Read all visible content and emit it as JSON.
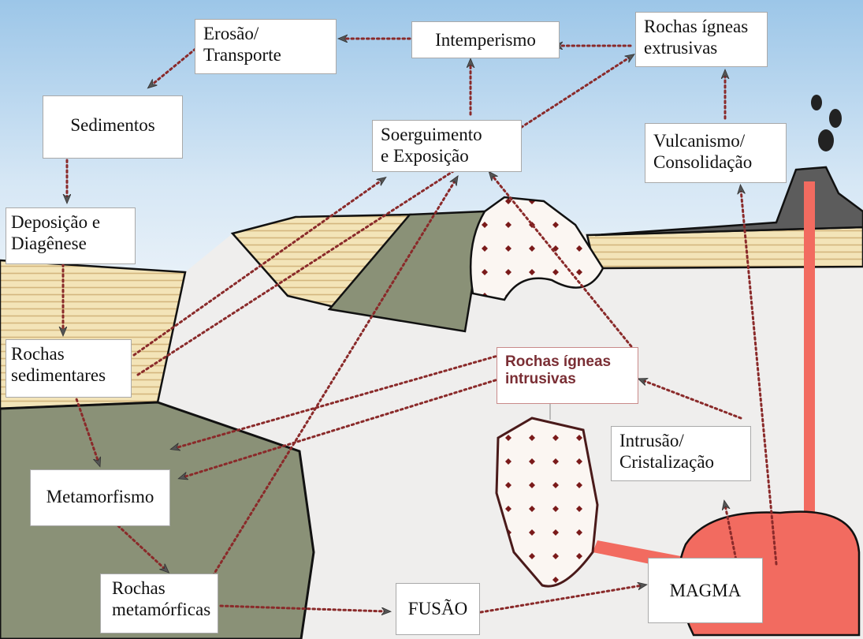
{
  "labels": {
    "erosao": "Erosão/\nTransporte",
    "intemperismo": "Intemperismo",
    "extrusivas": "Rochas ígneas\nextrusivas",
    "sedimentos": "Sedimentos",
    "soerguimento": "Soerguimento\ne Exposição",
    "vulcanismo": "Vulcanismo/\nConsolidação",
    "deposicao": "Deposição e\nDiagênese",
    "sedimentares": "Rochas\nsedimentares",
    "intrusivas": "Rochas ígneas\nintrusivas",
    "intrusao": "Intrusão/\nCristalização",
    "metamorfismo": "Metamorfismo",
    "metamorficas": "Rochas\nmetamórficas",
    "fusao": "FUSÃO",
    "magma": "MAGMA"
  },
  "colors": {
    "sky_top": "#9cc6e8",
    "sky_bottom": "#edf4fb",
    "ground": "#efeeed",
    "sediment_fill": "#f3e4b8",
    "sediment_stripe": "#d3b67e",
    "metamorphic": "#8a9177",
    "volcano": "#5c5c5c",
    "magma": "#f26b60",
    "arrow": "#8a2a2a",
    "arrow_dark": "#2f3b2a",
    "dot": "#7a1a1a"
  }
}
